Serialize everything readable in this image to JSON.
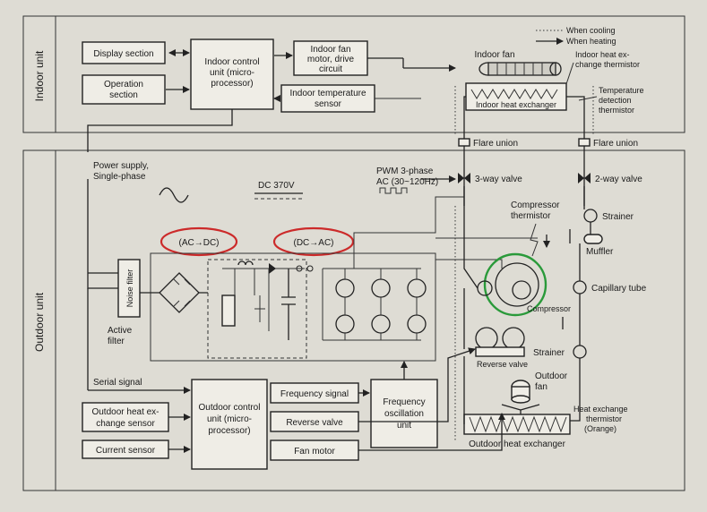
{
  "sections": {
    "indoor_unit": "Indoor unit",
    "outdoor_unit": "Outdoor unit"
  },
  "legend": {
    "cooling": "When cooling",
    "heating": "When heating"
  },
  "indoor": {
    "display_section": "Display section",
    "operation_section": [
      "Operation",
      "section"
    ],
    "control_unit": [
      "Indoor control",
      "unit (micro-",
      "processor)"
    ],
    "fan_motor_drive": [
      "Indoor fan",
      "motor, drive",
      "circuit"
    ],
    "temperature_sensor": [
      "Indoor temperature",
      "sensor"
    ],
    "indoor_fan": "Indoor fan",
    "heat_exchanger": "Indoor heat exchanger",
    "hx_thermistor": [
      "Indoor heat ex-",
      "change thermistor"
    ],
    "temp_detection_thermistor": [
      "Temperature",
      "detection",
      "thermistor"
    ]
  },
  "outdoor": {
    "power_supply": [
      "Power supply,",
      "Single-phase"
    ],
    "dc_voltage": "DC 370V",
    "pwm": [
      "PWM 3-phase",
      "AC (30~120Hz)"
    ],
    "ac_dc": "(AC→DC)",
    "dc_ac": "(DC→AC)",
    "noise_filter": "Noise filter",
    "active_filter": [
      "Active",
      "filter"
    ],
    "flare_union_left": "Flare union",
    "flare_union_right": "Flare union",
    "three_way_valve": "3-way valve",
    "two_way_valve": "2-way valve",
    "compressor_thermistor": [
      "Compressor",
      "thermistor"
    ],
    "strainer_top": "Strainer",
    "muffler": "Muffler",
    "capillary_tube": "Capillary tube",
    "compressor": "Compressor",
    "strainer_bottom": "Strainer",
    "reverse_valve_component": "Reverse valve",
    "outdoor_fan": [
      "Outdoor",
      "fan"
    ],
    "hx_thermistor": [
      "Heat exchange",
      "thermistor",
      "(Orange)"
    ],
    "outdoor_heat_exchanger": "Outdoor heat exchanger",
    "serial_signal": "Serial signal",
    "outdoor_hx_sensor": [
      "Outdoor heat ex-",
      "change sensor"
    ],
    "current_sensor": "Current sensor",
    "control_unit": [
      "Outdoor control",
      "unit (micro-",
      "processor)"
    ],
    "frequency_signal": "Frequency signal",
    "reverse_valve_signal": "Reverse valve",
    "fan_motor": "Fan motor",
    "oscillation_unit": [
      "Frequency",
      "oscillation",
      "unit"
    ]
  },
  "highlight_colors": {
    "red_ellipse": "#cc2a2a",
    "green_circle": "#2a9a3a"
  }
}
